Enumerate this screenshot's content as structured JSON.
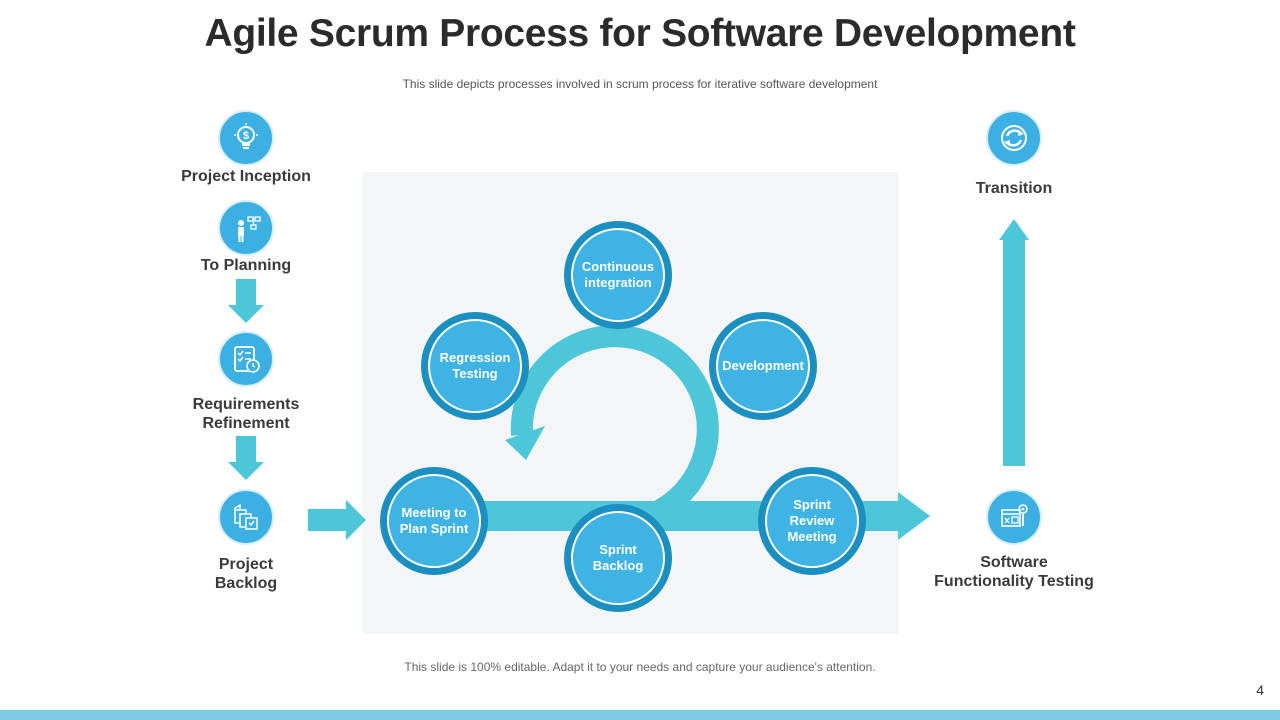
{
  "title": "Agile Scrum Process for Software Development",
  "subtitle": "This slide depicts processes involved  in scrum process for iterative software development",
  "footer": "This slide is 100% editable. Adapt it to your needs and capture your audience's attention.",
  "page_number": "4",
  "colors": {
    "arrow": "#4cc6d8",
    "node_outer": "#1a8fc0",
    "node_inner": "#3fb3e3",
    "icon_bg": "#3cb0e2",
    "panel_bg": "#f4f5f6",
    "bottom_bar": "#7ecbe6"
  },
  "left_steps": [
    {
      "icon": "lightbulb-dollar-icon",
      "line1": "Project Inception",
      "line2": ""
    },
    {
      "icon": "person-flowchart-icon",
      "line1": "To Planning",
      "line2": ""
    },
    {
      "icon": "checklist-clock-icon",
      "line1": "Requirements",
      "line2": "Refinement"
    },
    {
      "icon": "documents-stack-icon",
      "line1": "Project",
      "line2": "Backlog"
    }
  ],
  "cycle_nodes": [
    {
      "line1": "Continuous",
      "line2": "integration",
      "line3": ""
    },
    {
      "line1": "Regression",
      "line2": "Testing",
      "line3": ""
    },
    {
      "line1": "Development",
      "line2": "",
      "line3": ""
    },
    {
      "line1": "Meeting to",
      "line2": "Plan Sprint",
      "line3": ""
    },
    {
      "line1": "Sprint",
      "line2": "Backlog",
      "line3": ""
    },
    {
      "line1": "Sprint",
      "line2": "Review",
      "line3": "Meeting"
    }
  ],
  "right_steps": [
    {
      "icon": "refresh-cycle-icon",
      "line1": "Transition",
      "line2": ""
    },
    {
      "icon": "software-test-icon",
      "line1": "Software",
      "line2": "Functionality Testing"
    }
  ]
}
